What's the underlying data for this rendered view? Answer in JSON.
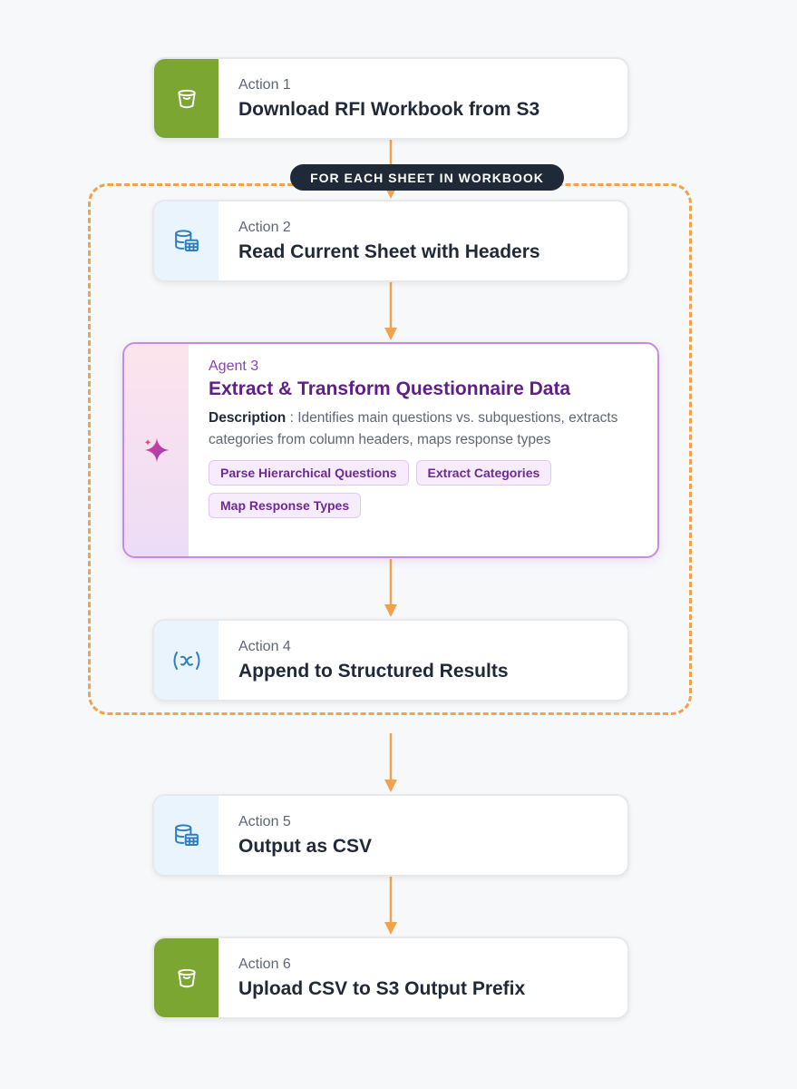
{
  "loop": {
    "label": "FOR EACH SHEET IN WORKBOOK"
  },
  "steps": [
    {
      "label": "Action 1",
      "title": "Download RFI Workbook from S3",
      "icon": "bucket-icon",
      "color": "#7ba632"
    },
    {
      "label": "Action 2",
      "title": "Read Current Sheet with Headers",
      "icon": "database-table-icon",
      "color": "#2f7fbf"
    },
    {
      "label": "Agent 3",
      "title": "Extract & Transform Questionnaire Data",
      "description_label": "Description",
      "description": ": Identifies main questions vs. subquestions, extracts categories from column headers, maps response types",
      "icon": "sparkle-icon",
      "tags": [
        "Parse Hierarchical Questions",
        "Extract Categories",
        "Map Response Types"
      ]
    },
    {
      "label": "Action 4",
      "title": "Append to Structured Results",
      "icon": "variable-icon",
      "color": "#2f7fbf"
    },
    {
      "label": "Action 5",
      "title": "Output as CSV",
      "icon": "database-table-icon",
      "color": "#2f7fbf"
    },
    {
      "label": "Action 6",
      "title": "Upload CSV to S3 Output Prefix",
      "icon": "bucket-icon",
      "color": "#7ba632"
    }
  ],
  "colors": {
    "arrow": "#f2a24a",
    "loop_border": "#f2a24a",
    "agent_accent": "#c38be6"
  }
}
